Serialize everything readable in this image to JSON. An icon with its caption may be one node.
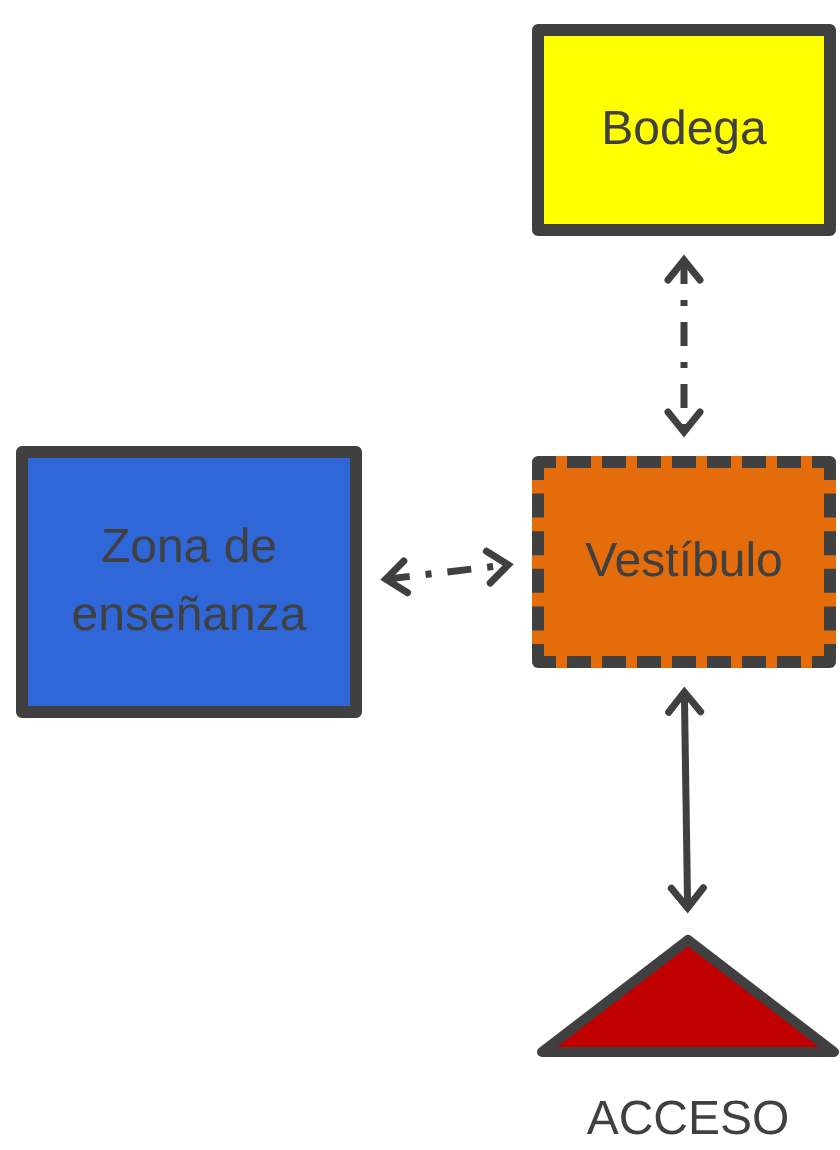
{
  "diagram": {
    "nodes": [
      {
        "text": [
          "Bodega"
        ]
      },
      {
        "text": [
          "Zona de enseñanza"
        ]
      },
      {
        "text": [
          "Vestíbulo"
        ]
      },
      {
        "text": [
          "ACCESO"
        ]
      }
    ],
    "edges": [
      {
        "from": 0,
        "to": 2,
        "arrow": "both",
        "style": "dashed"
      },
      {
        "from": 1,
        "to": 2,
        "arrow": "both",
        "style": "dashed"
      },
      {
        "from": 2,
        "to": 3,
        "arrow": "both"
      }
    ]
  }
}
